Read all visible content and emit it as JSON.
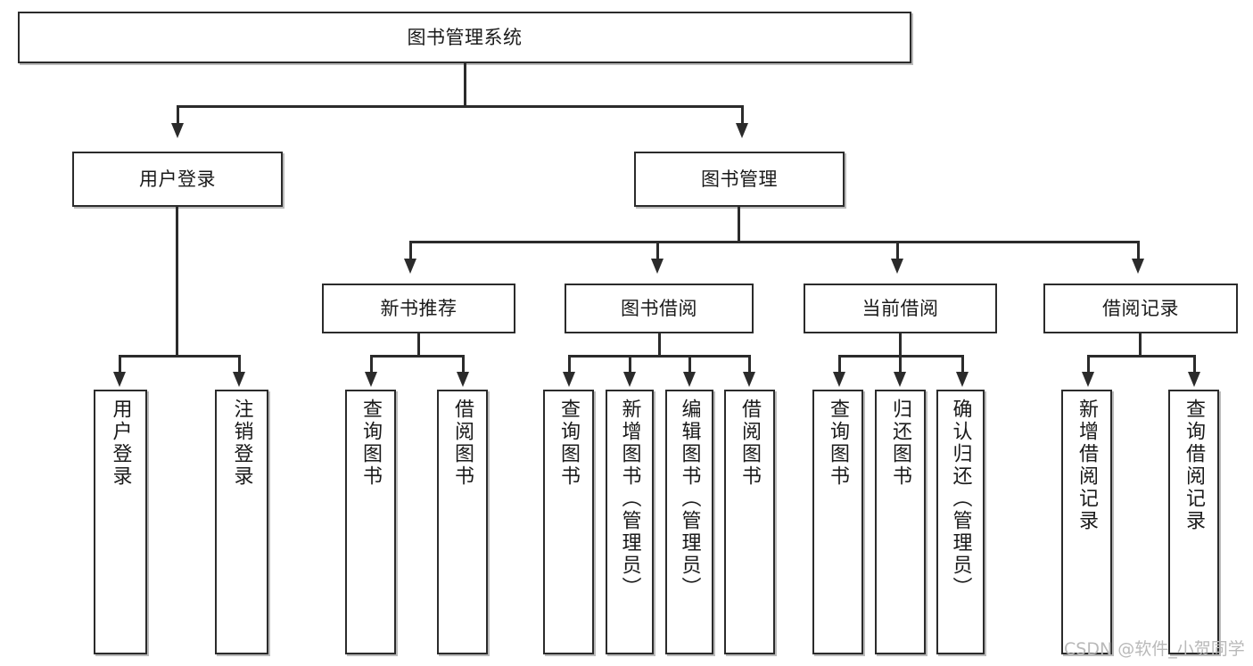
{
  "diagram": {
    "title": "图书管理系统",
    "type": "tree-hierarchy-diagram",
    "colors": {
      "stroke": "#2b2b2b",
      "fill": "#ffffff",
      "background": "#ffffff",
      "watermark": "#b9b9b9"
    },
    "root": {
      "label": "图书管理系统"
    },
    "level2": [
      {
        "label": "用户登录"
      },
      {
        "label": "图书管理"
      }
    ],
    "level3": [
      {
        "label": "新书推荐"
      },
      {
        "label": "图书借阅"
      },
      {
        "label": "当前借阅"
      },
      {
        "label": "借阅记录"
      }
    ],
    "leaves": {
      "user_login": [
        {
          "label": "用户登录"
        },
        {
          "label": "注销登录"
        }
      ],
      "new_book_recommend": [
        {
          "label": "查询图书"
        },
        {
          "label": "借阅图书"
        }
      ],
      "book_borrow": [
        {
          "label": "查询图书"
        },
        {
          "label": "新增图书（管理员）"
        },
        {
          "label": "编辑图书（管理员）"
        },
        {
          "label": "借阅图书"
        }
      ],
      "current_borrow": [
        {
          "label": "查询图书"
        },
        {
          "label": "归还图书"
        },
        {
          "label": "确认归还（管理员）"
        }
      ],
      "borrow_record": [
        {
          "label": "新增借阅记录"
        },
        {
          "label": "查询借阅记录"
        }
      ]
    }
  },
  "watermark": {
    "text": "CSDN @软件_小贺同学"
  }
}
